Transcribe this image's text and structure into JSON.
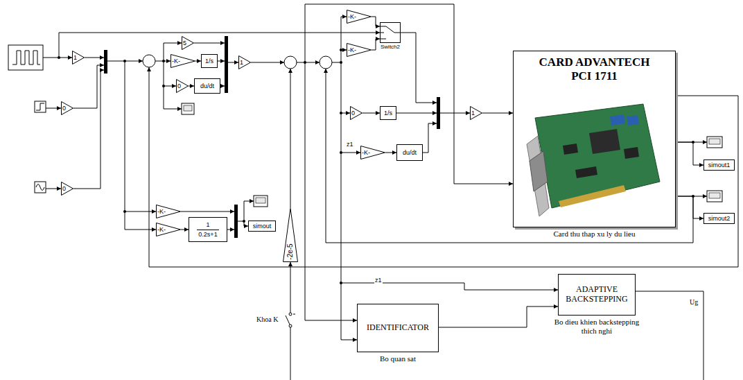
{
  "diagram": {
    "nodes": [
      {
        "text": [
          "-K-"
        ]
      },
      {
        "text": [
          "Switch2"
        ]
      },
      {
        "text": [
          "1"
        ]
      },
      {
        "text": [
          "5"
        ]
      },
      {
        "text": [
          "-K-"
        ]
      },
      {
        "text": [
          "CARD ADVANTECH PCI 1711",
          "Card thu thap xu ly du lieu"
        ]
      },
      {
        "text": [
          "-K-"
        ]
      },
      {
        "text": [
          "1/s"
        ]
      },
      {
        "text": [
          "1"
        ]
      },
      {
        "text": [
          "0"
        ]
      },
      {
        "text": [
          "du/dt"
        ]
      },
      {
        "text": [
          "0"
        ]
      },
      {
        "text": [
          "0"
        ]
      },
      {
        "text": [
          "1/s"
        ]
      },
      {
        "text": [
          "1"
        ]
      },
      {
        "text": [
          "-K-"
        ]
      },
      {
        "text": [
          "du/dt"
        ]
      },
      {
        "text": [
          "simout1"
        ]
      },
      {
        "text": [
          "0"
        ]
      },
      {
        "text": [
          "-K-"
        ]
      },
      {
        "text": [
          "-2e-5"
        ]
      },
      {
        "text": [
          "simout2"
        ]
      },
      {
        "text": [
          "-K-"
        ]
      },
      {
        "text": [
          "1",
          "0.2s+1"
        ]
      },
      {
        "text": [
          "simout"
        ]
      },
      {
        "text": [
          "ADAPTIVE BACKSTEPPING",
          "Bo dieu khien backstepping thich nghi"
        ]
      },
      {
        "text": [
          "Khoa K"
        ]
      },
      {
        "text": [
          "IDENTIFICATOR",
          "Bo quan sat"
        ]
      }
    ],
    "edges": [
      {
        "from": 0,
        "to": 1,
        "arrow": "to"
      },
      {
        "from": 4,
        "to": 1,
        "arrow": "to"
      },
      {
        "from": 6,
        "to": 7,
        "arrow": "to"
      },
      {
        "from": 9,
        "to": 10,
        "arrow": "to"
      },
      {
        "from": 12,
        "to": 13,
        "arrow": "to"
      },
      {
        "from": 15,
        "to": 16,
        "arrow": "to"
      },
      {
        "from": 14,
        "to": 5,
        "arrow": "to"
      },
      {
        "from": 5,
        "to": 17,
        "arrow": "to"
      },
      {
        "from": 5,
        "to": 21,
        "arrow": "to"
      },
      {
        "from": 22,
        "to": 23,
        "arrow": "to"
      },
      {
        "from": 26,
        "to": 20,
        "arrow": "to"
      },
      {
        "from": 27,
        "to": 25,
        "arrow": "to"
      }
    ],
    "labels": [
      "z1",
      "z1",
      "Ug"
    ]
  }
}
